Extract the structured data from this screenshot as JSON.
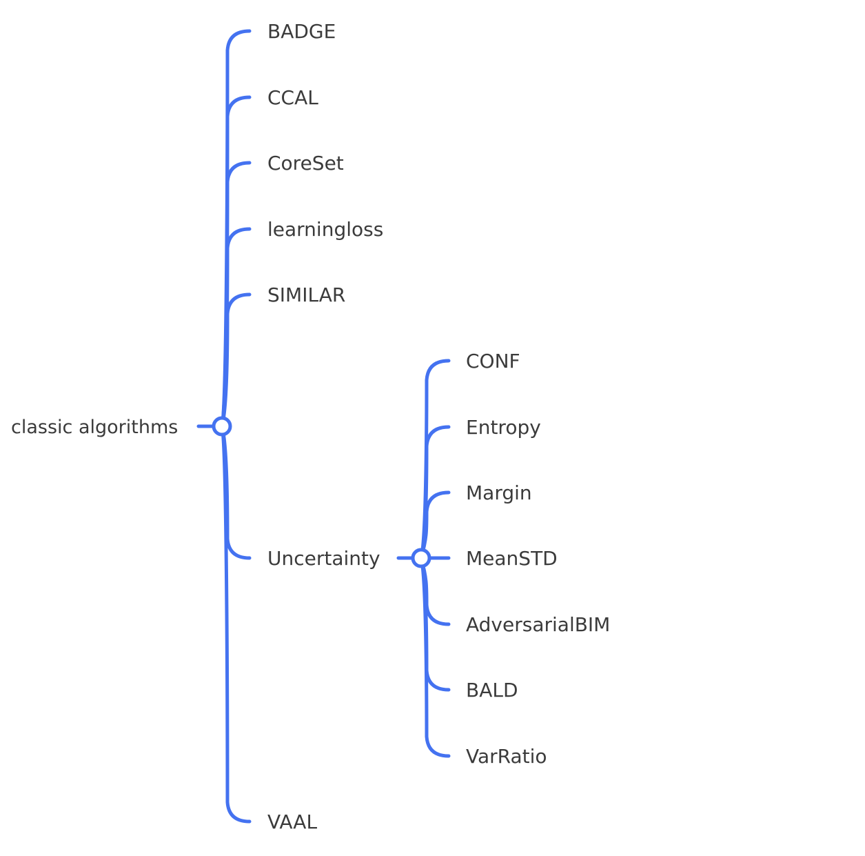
{
  "colors": {
    "line": "#4472f0",
    "text": "#3b3b3b",
    "background": "#ffffff"
  },
  "mindmap": {
    "root": {
      "label": "classic algorithms",
      "children": [
        {
          "label": "BADGE"
        },
        {
          "label": "CCAL"
        },
        {
          "label": "CoreSet"
        },
        {
          "label": "learningloss"
        },
        {
          "label": "SIMILAR"
        },
        {
          "label": "Uncertainty",
          "children": [
            {
              "label": "CONF"
            },
            {
              "label": "Entropy"
            },
            {
              "label": "Margin"
            },
            {
              "label": "MeanSTD"
            },
            {
              "label": "AdversarialBIM"
            },
            {
              "label": "BALD"
            },
            {
              "label": "VarRatio"
            }
          ]
        },
        {
          "label": "VAAL"
        }
      ]
    }
  }
}
